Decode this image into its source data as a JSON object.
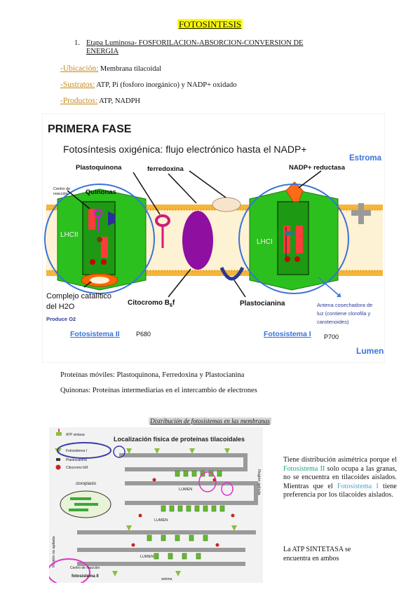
{
  "page": {
    "title": "FOTOSINTESIS",
    "stage_number": "1.",
    "stage_line1": "Etapa Luminosa- FOSFORILACION-ABSORCION-CONVERSION DE",
    "stage_line2": "ENERGIA",
    "ubicacion_key": "-Ubicación:",
    "ubicacion_val": " Membrana tilacoidal",
    "sustratos_key": "-Sustratos:",
    "sustratos_val": " ATP, Pi (fosforo inorgánico) y NADP+ oxidado",
    "productos_key": "-Productos:",
    "productos_val": " ATP, NADPH"
  },
  "figure1": {
    "heading": "PRIMERA  FASE",
    "subtitle": "Fotosíntesis oxigénica: flujo electrónico hasta el NADP+",
    "estroma": "Estroma",
    "lumen": "Lumen",
    "plastoquinona": "Plastoquinona",
    "ferredoxina": "ferredoxina",
    "nadp_reductasa": "NADP+  reductasa",
    "centro_reaccion_1": "Centro de",
    "centro_reaccion_2": "reacción",
    "quinonas": "Quinonas",
    "lhcii": "LHCII",
    "lhci": "LHCI",
    "complejo_1": "Complejo  catalítico",
    "complejo_2": "del H2O",
    "produce_o2": "Produce O2",
    "citocromo": "Citocromo B",
    "citocromo_sub": "6",
    "citocromo_end": "f",
    "plastocianina": "Plastocianina",
    "antena_1": "Antena cosechadora de",
    "antena_2": "luz (contiene clorofila y",
    "antena_3": "carotenoides)",
    "fotosistema2": "Fotosistema II",
    "p680": "P680",
    "fotosistema1": "Fotosistema I",
    "p700": "P700"
  },
  "middle": {
    "moviles": "Proteínas móviles: Plastoquinona, Ferredoxina y Plastocianina",
    "quinonas": "Quinonas: Proteínas intermediarias en el intercambio de electrones",
    "caption": "Distribución de fotosistemas en las membranas"
  },
  "figure2": {
    "title": "Localización física de proteínas tilacoidales",
    "legend_atp": "ATP sintasa",
    "legend_fs1": "Fotosistema I",
    "legend_plastocianina": "Plastocianina",
    "legend_citocromo": "Citocromo b6f",
    "cloroplasto": "cloroplasto",
    "lumen1": "LUMEN",
    "lumen2": "LUMEN",
    "lumen3": "LUMEN",
    "region_apilada": "Región apilada",
    "region_no_apilada": "Región no apilada",
    "centro_reaccion": "Centro de reacción",
    "antena": "antena",
    "fotosistema2": "fotosistema II"
  },
  "side": {
    "p1": "Tiene distribución asimétrica porque el ",
    "p1_fs2": "Fotosistema II",
    "p2": " solo ocupa a las granas, no se encuentra en tilacoides aislados. Mientras que el ",
    "p2_fs1": "Fotosistema I",
    "p3": " tiene preferencia por los tilacoides aislados.",
    "atp_line1": "La ATP SINTETASA se",
    "atp_line2": "encuentra en ambos"
  },
  "colors": {
    "highlight": "#ffff00",
    "key_gold": "#c58a1f",
    "membrane": "#f5b63a",
    "complex_green": "#2cc01e",
    "purple": "#8e0fa0",
    "blue_circle": "#3a72d9",
    "teal": "#1aa085"
  }
}
